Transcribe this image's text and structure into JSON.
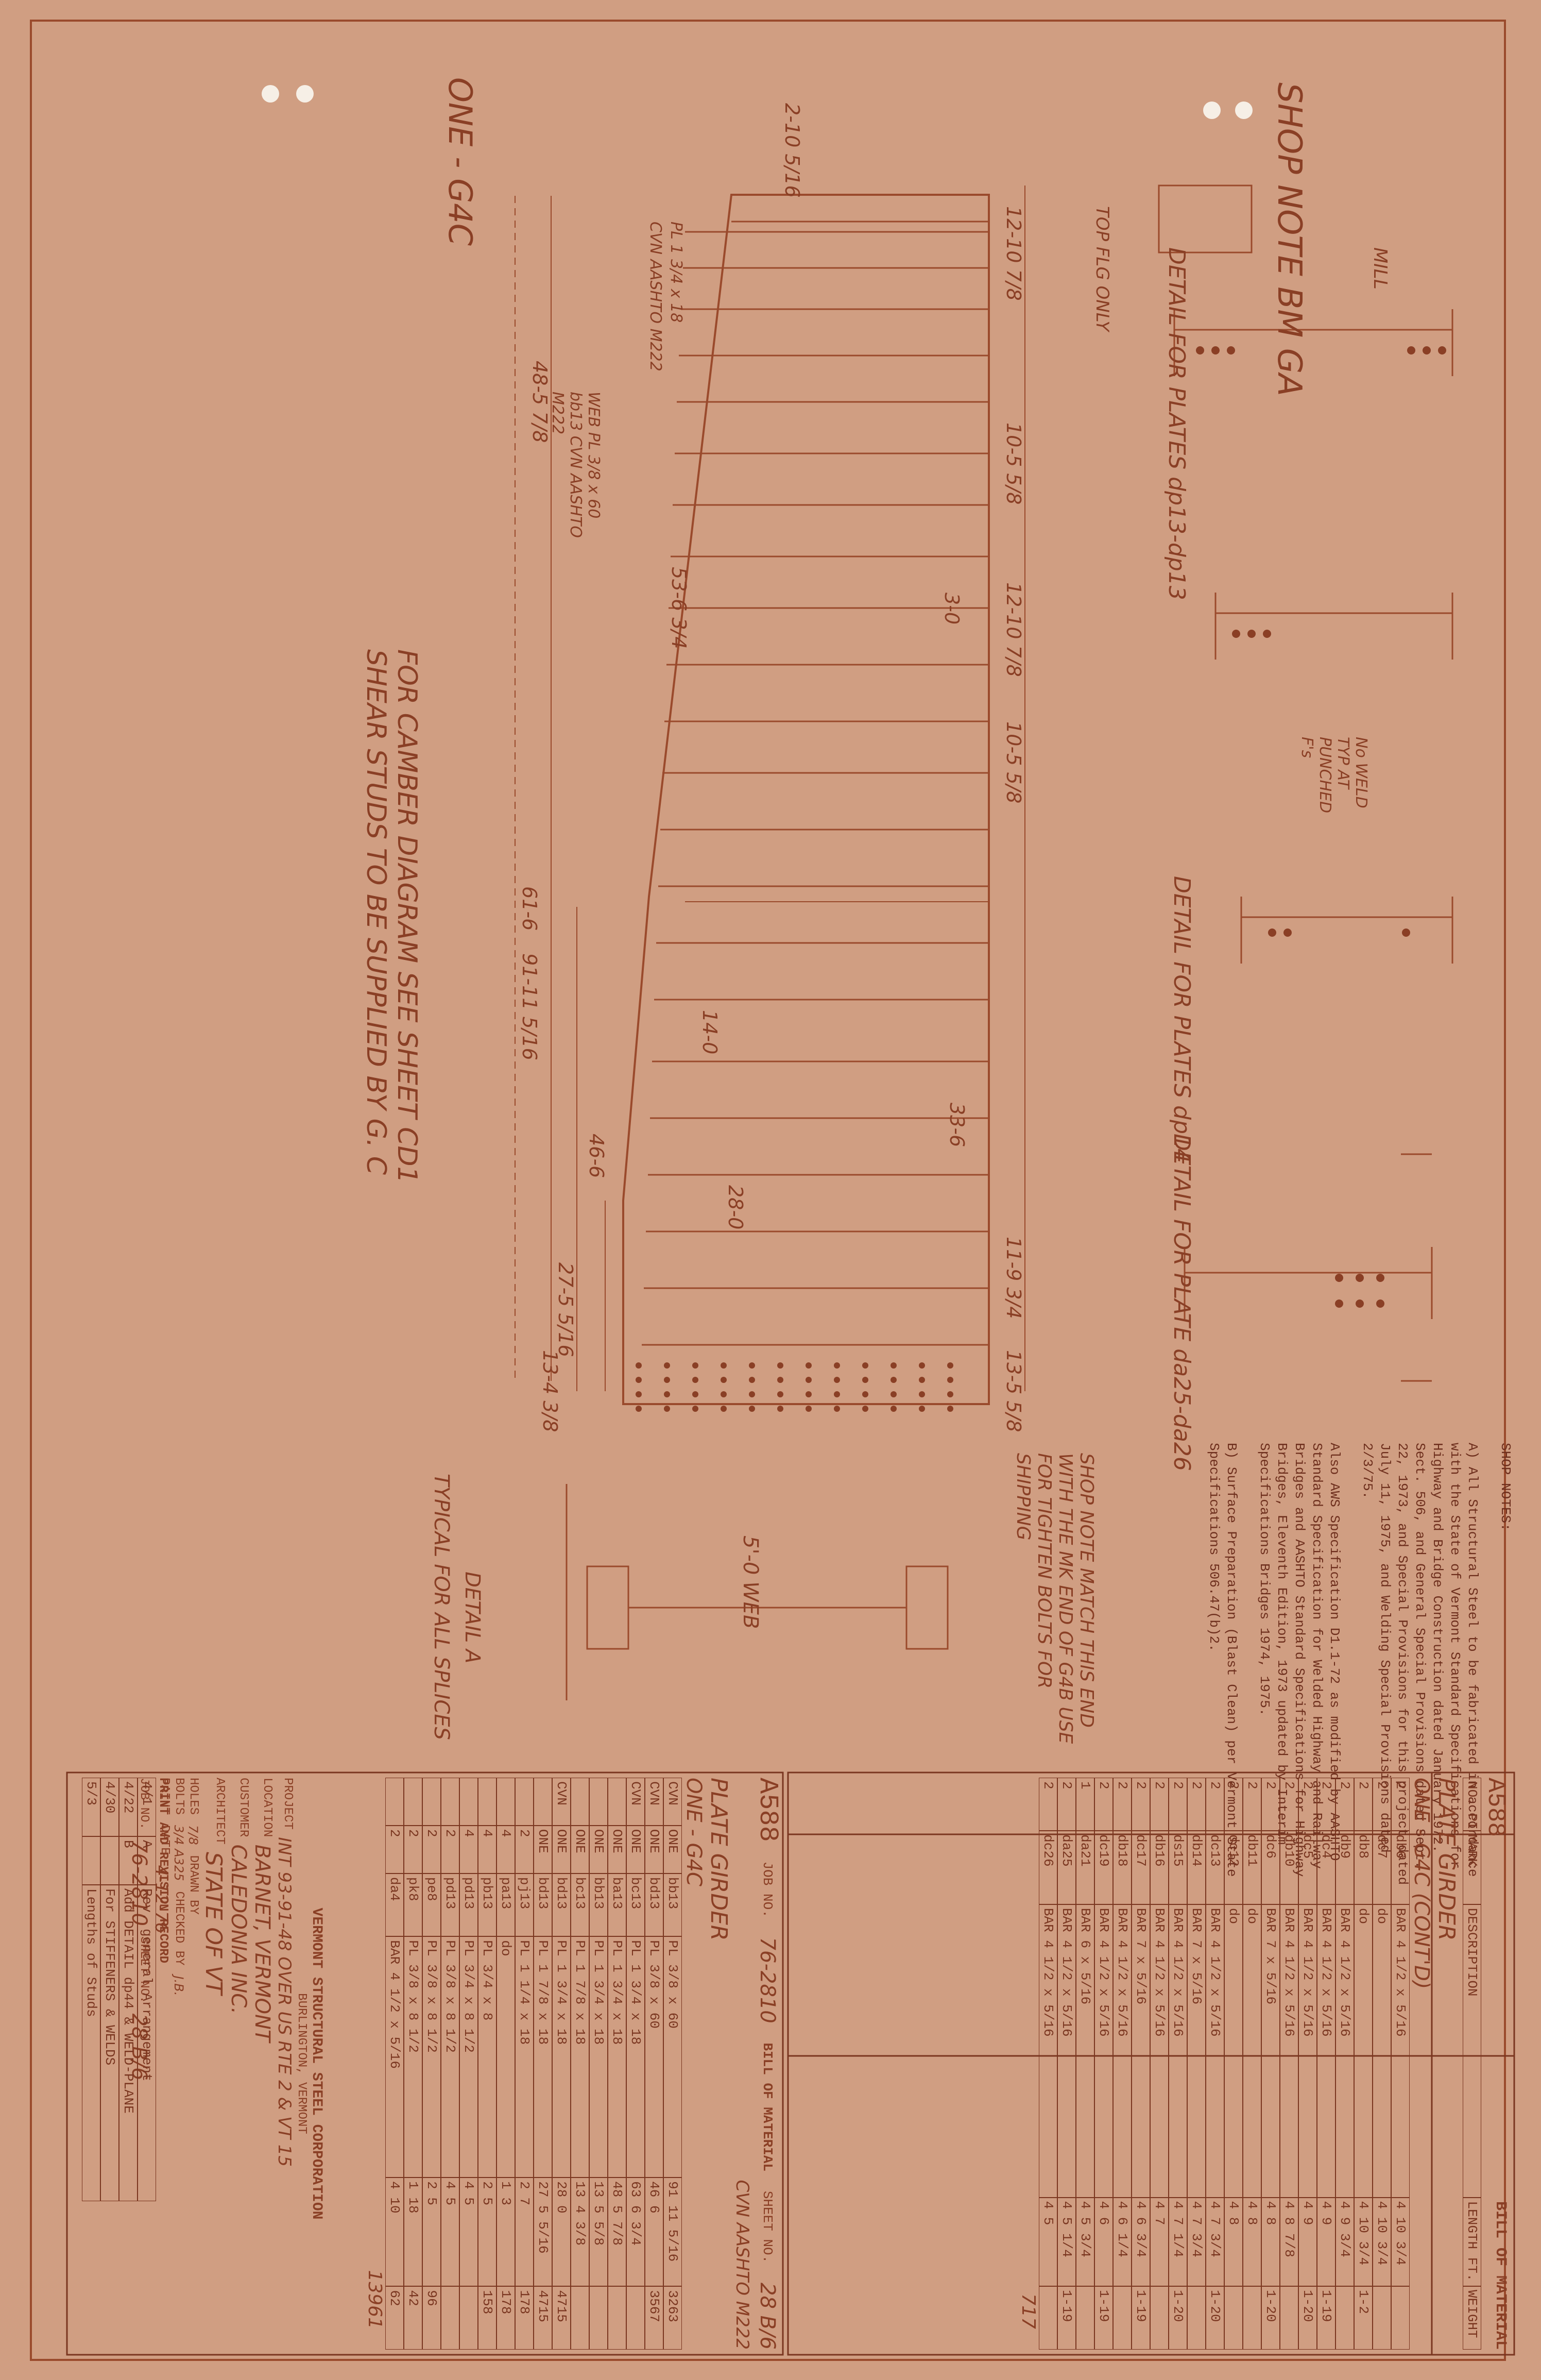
{
  "sheet": {
    "paper_color": "#d09e82",
    "ink_color": "#8a3f25"
  },
  "shop_notes": {
    "title": "SHOP NOTES:",
    "paragraphs": [
      "A) All Structural Steel to be fabricated in accordance with the State of Vermont Standard Specifications for Highway and Bridge Construction dated January 1972. Sect. 506, and General Special Provisions dated Sept. 22, 1973, and Special Provisions for this project dated July 11, 1975, and Welding Special Provisions dated 2/3/75.",
      "Also AWS Specification D1.1-72 as modified by AASHTO Standard Specification for Welded Highway and Railway Bridges and AASHTO Standard Specifications for Highway Bridges, Eleventh Edition, 1973 updated by Interim Specifications Bridges 1974, 1975.",
      "B) Surface Preparation (Blast Clean) per Vermont State Specifications 506.47(b)2."
    ]
  },
  "drawing_notes": {
    "shop_note_bm_ga": "SHOP NOTE BM GA",
    "camber_note": "FOR CAMBER DIAGRAM SEE SHEET CD1",
    "studs_note": "SHEAR STUDS TO BE SUPPLIED BY G. C",
    "match_note": "SHOP NOTE MATCH THIS END WITH THE MK END OF G4B USE FOR TIGHTEN BOLTS FOR SHIPPING",
    "detail_a": "DETAIL A",
    "typical": "TYPICAL FOR ALL SPLICES",
    "detail_plates_1": "DETAIL FOR PLATES dp13-dp13",
    "detail_plates_2": "DETAIL FOR PLATES dp14",
    "detail_plates_3": "DETAIL FOR PLATE da25-da26",
    "top_flg": "TOP FLG ONLY",
    "one_g4c": "ONE - G4C",
    "web_label": "5'-0 WEB",
    "mill": "MILL",
    "no_weld": "No WELD TYP AT PUNCHED F's",
    "web_plate": "WEB PL 3/8 x 60 bb13 CVN AASHTO M222",
    "flange_plate": "PL 1 3/4 x 18",
    "cvn_label": "CVN AASHTO M222",
    "dims": [
      "2-10 5/16",
      "12-10 7/8",
      "10-5 5/8",
      "12-10 7/8",
      "10-5 5/8",
      "11-9 3/4",
      "13-5 5/8",
      "53-6 3/4",
      "61-6",
      "48-5 7/8",
      "91-11 5/16",
      "46-6",
      "27-5 5/16",
      "13-4 3/8",
      "14-0",
      "28-0",
      "33-6",
      "3-0"
    ]
  },
  "bill_upper": {
    "header": "BILL OF MATERIAL",
    "material": "A588",
    "columns": [
      "NO. PIECES",
      "MARK",
      "DESCRIPTION",
      "LENGTH FT. IN.",
      "WEIGHT"
    ],
    "section": "PLATE GIRDER",
    "subsection": "ONE - G4C (CONT'D)",
    "rows": [
      {
        "pcs": "2",
        "mark": "db6",
        "desc": "BAR 4 1/2 x 5/16",
        "len": "4 10 3/4",
        "wt": ""
      },
      {
        "pcs": "2",
        "mark": "dc7",
        "desc": "do",
        "len": "4 10 3/4",
        "wt": ""
      },
      {
        "pcs": "2",
        "mark": "db8",
        "desc": "do",
        "len": "4 10 3/4",
        "wt": "1-2"
      },
      {
        "pcs": "2",
        "mark": "db9",
        "desc": "BAR 4 1/2 x 5/16",
        "len": "4 9 3/4",
        "wt": ""
      },
      {
        "pcs": "2",
        "mark": "dc4",
        "desc": "BAR 4 1/2 x 5/16",
        "len": "4 9",
        "wt": "1-19"
      },
      {
        "pcs": "2",
        "mark": "dc5",
        "desc": "BAR 4 1/2 x 5/16",
        "len": "4 9",
        "wt": "1-20"
      },
      {
        "pcs": "2",
        "mark": "db10",
        "desc": "BAR 4 1/2 x 5/16",
        "len": "4 8 7/8",
        "wt": ""
      },
      {
        "pcs": "2",
        "mark": "dc6",
        "desc": "BAR 7 x 5/16",
        "len": "4 8",
        "wt": "1-20"
      },
      {
        "pcs": "2",
        "mark": "db11",
        "desc": "do",
        "len": "4 8",
        "wt": ""
      },
      {
        "pcs": "2",
        "mark": "dc12",
        "desc": "do",
        "len": "4 8",
        "wt": ""
      },
      {
        "pcs": "2",
        "mark": "dc13",
        "desc": "BAR 4 1/2 x 5/16",
        "len": "4 7 3/4",
        "wt": "1-20"
      },
      {
        "pcs": "2",
        "mark": "db14",
        "desc": "BAR 7 x 5/16",
        "len": "4 7 3/4",
        "wt": ""
      },
      {
        "pcs": "2",
        "mark": "ds15",
        "desc": "BAR 4 1/2 x 5/16",
        "len": "4 7 1/4",
        "wt": "1-20"
      },
      {
        "pcs": "2",
        "mark": "db16",
        "desc": "BAR 4 1/2 x 5/16",
        "len": "4 7",
        "wt": ""
      },
      {
        "pcs": "2",
        "mark": "dc17",
        "desc": "BAR 7 x 5/16",
        "len": "4 6 3/4",
        "wt": "1-19"
      },
      {
        "pcs": "2",
        "mark": "db18",
        "desc": "BAR 4 1/2 x 5/16",
        "len": "4 6 1/4",
        "wt": ""
      },
      {
        "pcs": "2",
        "mark": "dc19",
        "desc": "BAR 4 1/2 x 5/16",
        "len": "4 6",
        "wt": "1-19"
      },
      {
        "pcs": "1",
        "mark": "da21",
        "desc": "BAR 6 x 5/16",
        "len": "4 5 3/4",
        "wt": ""
      },
      {
        "pcs": "2",
        "mark": "da25",
        "desc": "BAR 4 1/2 x 5/16",
        "len": "4 5 1/4",
        "wt": "1-19"
      },
      {
        "pcs": "2",
        "mark": "dc26",
        "desc": "BAR 4 1/2 x 5/16",
        "len": "4 5",
        "wt": ""
      }
    ],
    "total_weight": "717"
  },
  "bill_lower": {
    "header": "BILL OF MATERIAL",
    "material": "A588",
    "job_no_label": "JOB NO.",
    "job_no": "76-2810",
    "sheet_no_label": "SHEET NO.",
    "sheet_no": "28 B/6",
    "cvn": "CVN AASHTO M222",
    "section": "PLATE GIRDER",
    "subsection": "ONE - G4C",
    "rows": [
      {
        "class": "CVN",
        "pcs": "ONE",
        "mark": "bb13",
        "desc": "PL 3/8 x 60",
        "len": "91 11 5/16",
        "wt": "3263"
      },
      {
        "class": "CVN",
        "pcs": "ONE",
        "mark": "bd13",
        "desc": "PL 3/8 x 60",
        "len": "46 6",
        "wt": "3567"
      },
      {
        "class": "CVN",
        "pcs": "ONE",
        "mark": "bc13",
        "desc": "PL 1 3/4 x 18",
        "len": "63 6 3/4",
        "wt": ""
      },
      {
        "class": "",
        "pcs": "ONE",
        "mark": "ba13",
        "desc": "PL 1 3/4 x 18",
        "len": "48 5 7/8",
        "wt": ""
      },
      {
        "class": "",
        "pcs": "ONE",
        "mark": "bb13",
        "desc": "PL 1 3/4 x 18",
        "len": "13 5 5/8",
        "wt": ""
      },
      {
        "class": "",
        "pcs": "ONE",
        "mark": "bc13",
        "desc": "PL 1 7/8 x 18",
        "len": "13 4 3/8",
        "wt": ""
      },
      {
        "class": "CVN",
        "pcs": "ONE",
        "mark": "bd13",
        "desc": "PL 1 3/4 x 18",
        "len": "28 0",
        "wt": "4715"
      },
      {
        "class": "",
        "pcs": "ONE",
        "mark": "bd13",
        "desc": "PL 1 7/8 x 18",
        "len": "27 5 5/16",
        "wt": "4715"
      },
      {
        "class": "",
        "pcs": "2",
        "mark": "pj13",
        "desc": "PL 1 1/4 x 18",
        "len": "2 7",
        "wt": "178"
      },
      {
        "class": "",
        "pcs": "4",
        "mark": "pa13",
        "desc": "do",
        "len": "1 3",
        "wt": "178"
      },
      {
        "class": "",
        "pcs": "4",
        "mark": "pb13",
        "desc": "PL 3/4 x 8",
        "len": "2 5",
        "wt": "158"
      },
      {
        "class": "",
        "pcs": "4",
        "mark": "pd13",
        "desc": "PL 3/4 x 8 1/2",
        "len": "4 5",
        "wt": ""
      },
      {
        "class": "",
        "pcs": "2",
        "mark": "pd13",
        "desc": "PL 3/8 x 8 1/2",
        "len": "4 5",
        "wt": ""
      },
      {
        "class": "",
        "pcs": "2",
        "mark": "pe8",
        "desc": "PL 3/8 x 8 1/2",
        "len": "2 5",
        "wt": "96"
      },
      {
        "class": "",
        "pcs": "2",
        "mark": "pk8",
        "desc": "PL 3/8 x 8 1/2",
        "len": "1 18",
        "wt": "42"
      },
      {
        "class": "",
        "pcs": "2",
        "mark": "da4",
        "desc": "BAR 4 1/2 x 5/16",
        "len": "4 10",
        "wt": "62"
      }
    ],
    "total_weight": "13961"
  },
  "title_block": {
    "company": "VERMONT STRUCTURAL STEEL CORPORATION",
    "city": "BURLINGTON, VERMONT",
    "project_label": "PROJECT",
    "project": "INT 93-91-48 OVER US RTE 2 & VT 15",
    "location_label": "LOCATION",
    "location": "BARNET, VERMONT",
    "customer_label": "CUSTOMER",
    "customer": "CALEDONIA INC.",
    "architect_label": "ARCHITECT",
    "architect": "STATE OF VT",
    "holes_label": "HOLES",
    "holes": "7/8",
    "bolts_label": "BOLTS",
    "bolts": "3/4 A325",
    "drawn_by_label": "DRAWN BY",
    "checked_by_label": "CHECKED BY",
    "checked_by": "J.B.",
    "paint_label": "PAINT",
    "date_label": "DATE",
    "date": "4-12-76",
    "job_no_label": "JOB NO.",
    "job_no": "76-2810",
    "sheet_no_label": "SHEET NO.",
    "sheet_no": "28 B/6",
    "revision_header": "PRINT AND REVISION RECORD",
    "revisions": [
      {
        "date": "4/1",
        "by": "A",
        "desc": "Rev. general Arrangement"
      },
      {
        "date": "4/22",
        "by": "B",
        "desc": "Add DETAIL dp44 & WELD-PLANE"
      },
      {
        "date": "4/30",
        "by": "",
        "desc": "For STIFFENERS & WELDS"
      },
      {
        "date": "5/3",
        "by": "",
        "desc": "Lengths of Studs"
      }
    ]
  }
}
